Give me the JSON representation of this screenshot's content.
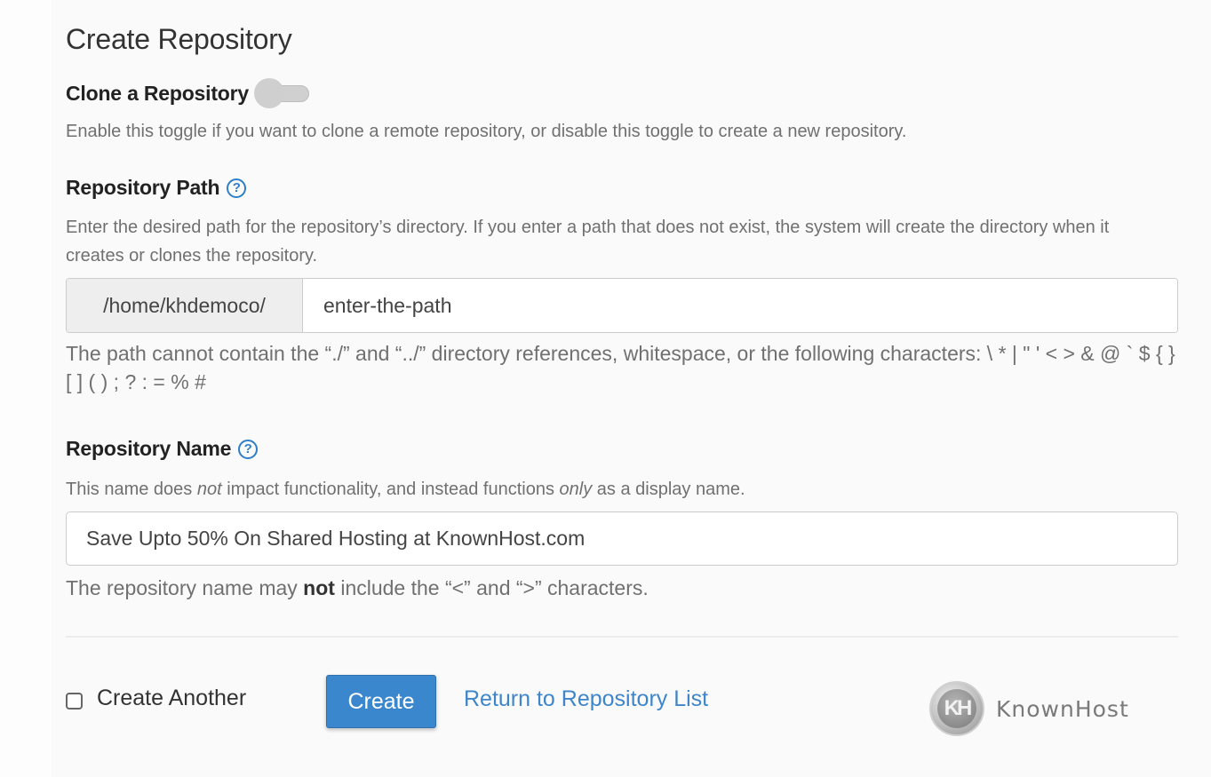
{
  "page": {
    "title": "Create Repository"
  },
  "clone": {
    "label": "Clone a Repository",
    "toggle_state": "off",
    "help": "Enable this toggle if you want to clone a remote repository, or disable this toggle to create a new repository."
  },
  "repository_path": {
    "label": "Repository Path",
    "help_icon": "question-circle-icon",
    "help": "Enter the desired path for the repository’s directory. If you enter a path that does not exist, the system will create the directory when it creates or clones the repository.",
    "prefix": "/home/khdemoco/",
    "value": "enter-the-path",
    "rules": "The path cannot contain the “./” and “../” directory references, whitespace, or the following characters: \\ * | \" ' < > & @ ` $ { } [ ] ( ) ; ? : = % #"
  },
  "repository_name": {
    "label": "Repository Name",
    "help_icon": "question-circle-icon",
    "help_part1": "This name does ",
    "help_em1": "not",
    "help_part2": " impact functionality, and instead functions ",
    "help_em2": "only",
    "help_part3": " as a display name.",
    "value": "Save Upto 50% On Shared Hosting at KnownHost.com",
    "rule_part1": "The repository name may ",
    "rule_bold": "not",
    "rule_part2": " include the “<” and “>” characters."
  },
  "actions": {
    "create_another_label": "Create Another",
    "create_another_checked": false,
    "create_button": "Create",
    "return_link": "Return to Repository List"
  },
  "branding": {
    "logo_mark": "KH",
    "logo_text": "KnownHost"
  },
  "colors": {
    "background": "#fafafa",
    "primary_button": "#3a87cd",
    "link": "#3f85c9",
    "help_icon": "#2e7fc8",
    "help_text": "#707070"
  }
}
